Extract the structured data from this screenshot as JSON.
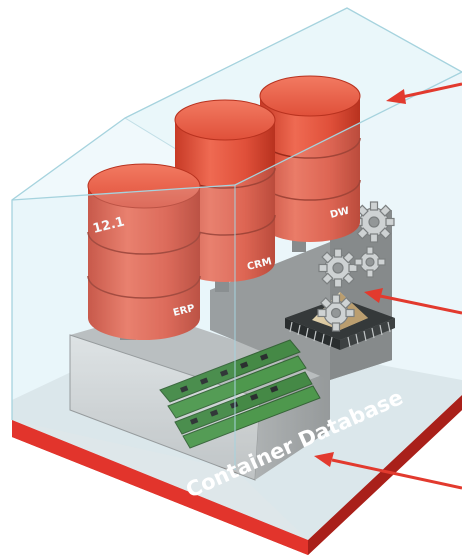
{
  "diagram": {
    "base_label": "Container Database",
    "databases": [
      {
        "name": "ERP",
        "version": "12.1"
      },
      {
        "name": "CRM"
      },
      {
        "name": "DW"
      }
    ],
    "colors": {
      "db_red": "#e0503a",
      "db_dark": "#b8321f",
      "base_red": "#e2342c",
      "base_dark": "#a9201a",
      "glass": "#d5eef5",
      "server_gray": "#cfcfcf",
      "arrow": "#e23a2e"
    },
    "icons": [
      "database-cylinder-icon",
      "gear-icon",
      "cpu-chip-icon",
      "memory-module-icon",
      "arrow-icon"
    ]
  }
}
